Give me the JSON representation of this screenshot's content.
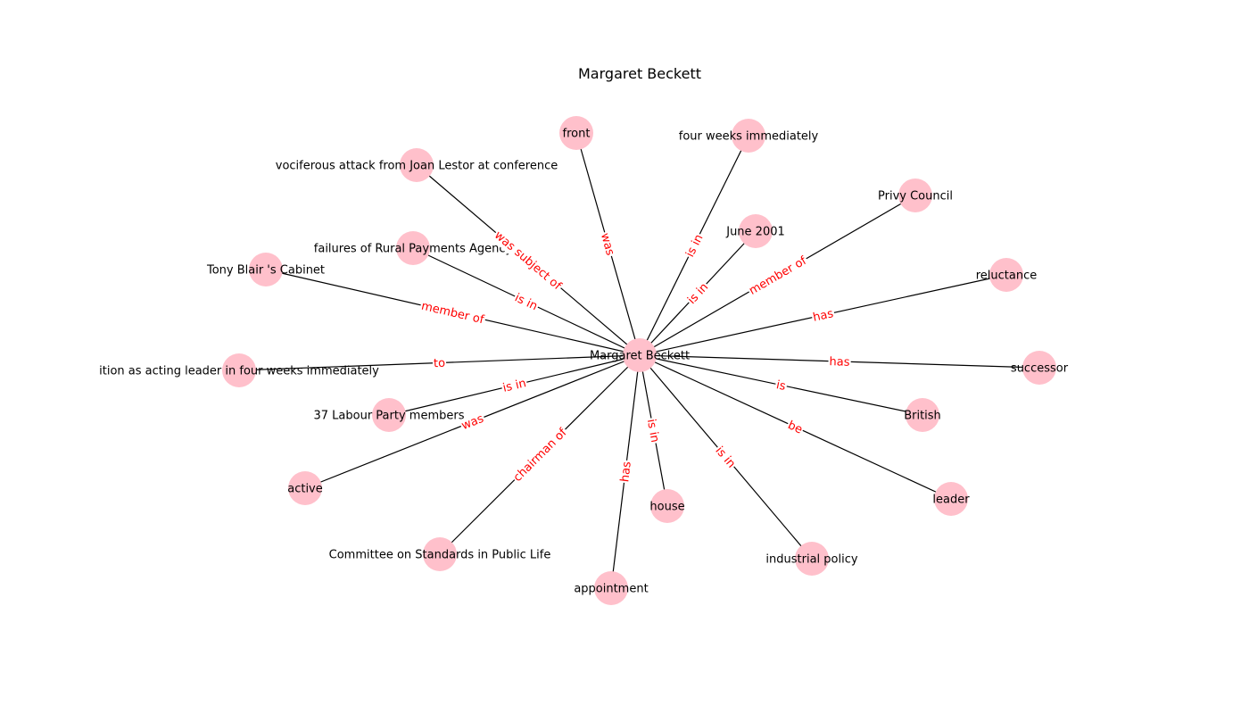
{
  "title": "Margaret Beckett",
  "colors": {
    "node_fill": "#ffc0cb",
    "edge_stroke": "#000000",
    "edge_label": "#ff0000",
    "node_label": "#000000",
    "background": "#ffffff"
  },
  "center": {
    "id": "center",
    "label": "Margaret Beckett"
  },
  "nodes": [
    {
      "id": "front",
      "label": "front"
    },
    {
      "id": "four-weeks",
      "label": "four weeks immediately"
    },
    {
      "id": "vociferous",
      "label": "vociferous attack from Joan Lestor at conference"
    },
    {
      "id": "privy-council",
      "label": "Privy Council"
    },
    {
      "id": "june-2001",
      "label": "June 2001"
    },
    {
      "id": "rural-payments",
      "label": "failures of Rural Payments Agency"
    },
    {
      "id": "blair-cabinet",
      "label": "Tony Blair 's Cabinet"
    },
    {
      "id": "reluctance",
      "label": "reluctance"
    },
    {
      "id": "acting-leader",
      "label": "ition as acting leader in four weeks immediately"
    },
    {
      "id": "successor",
      "label": "successor"
    },
    {
      "id": "labour-members",
      "label": "37 Labour Party members"
    },
    {
      "id": "british",
      "label": "British"
    },
    {
      "id": "active",
      "label": "active"
    },
    {
      "id": "leader",
      "label": "leader"
    },
    {
      "id": "house",
      "label": "house"
    },
    {
      "id": "committee",
      "label": "Committee on Standards in Public Life"
    },
    {
      "id": "industrial-policy",
      "label": "industrial policy"
    },
    {
      "id": "appointment",
      "label": "appointment"
    }
  ],
  "edges": [
    {
      "target": "front",
      "label": "was"
    },
    {
      "target": "four-weeks",
      "label": "is in"
    },
    {
      "target": "vociferous",
      "label": "was subject of"
    },
    {
      "target": "privy-council",
      "label": "member of"
    },
    {
      "target": "june-2001",
      "label": "is in"
    },
    {
      "target": "rural-payments",
      "label": "is in"
    },
    {
      "target": "blair-cabinet",
      "label": "member of"
    },
    {
      "target": "reluctance",
      "label": "has"
    },
    {
      "target": "acting-leader",
      "label": "to"
    },
    {
      "target": "successor",
      "label": "has"
    },
    {
      "target": "labour-members",
      "label": "is in"
    },
    {
      "target": "british",
      "label": "is"
    },
    {
      "target": "active",
      "label": "was"
    },
    {
      "target": "leader",
      "label": "be"
    },
    {
      "target": "house",
      "label": "is in"
    },
    {
      "target": "committee",
      "label": "chairman of"
    },
    {
      "target": "industrial-policy",
      "label": "is in"
    },
    {
      "target": "appointment",
      "label": "has"
    }
  ]
}
